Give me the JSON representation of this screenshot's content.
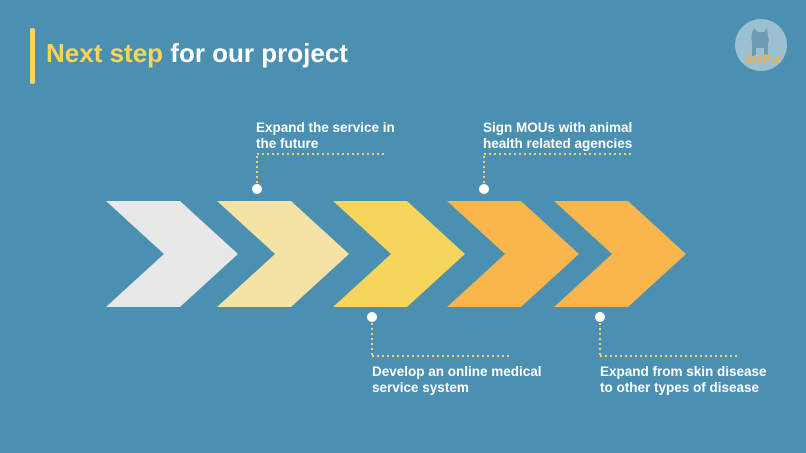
{
  "title": {
    "highlight": "Next step",
    "rest": "for our project"
  },
  "logo": {
    "text": "SOPet",
    "icon": "dog-silhouette-icon"
  },
  "colors": {
    "background": "#4b90b1",
    "accent": "#f6d55c",
    "chevrons": [
      "#e8e8e8",
      "#f5e3a6",
      "#f6d55c",
      "#f8b64c",
      "#f8b64c"
    ]
  },
  "steps": {
    "top": [
      {
        "line1": "Expand the service in",
        "line2": "the future"
      },
      {
        "line1": "Sign MOUs with animal",
        "line2": "health related agencies"
      }
    ],
    "bottom": [
      {
        "line1": "Develop an online medical",
        "line2": "service system"
      },
      {
        "line1": "Expand from skin disease",
        "line2": "to other types of disease"
      }
    ]
  }
}
